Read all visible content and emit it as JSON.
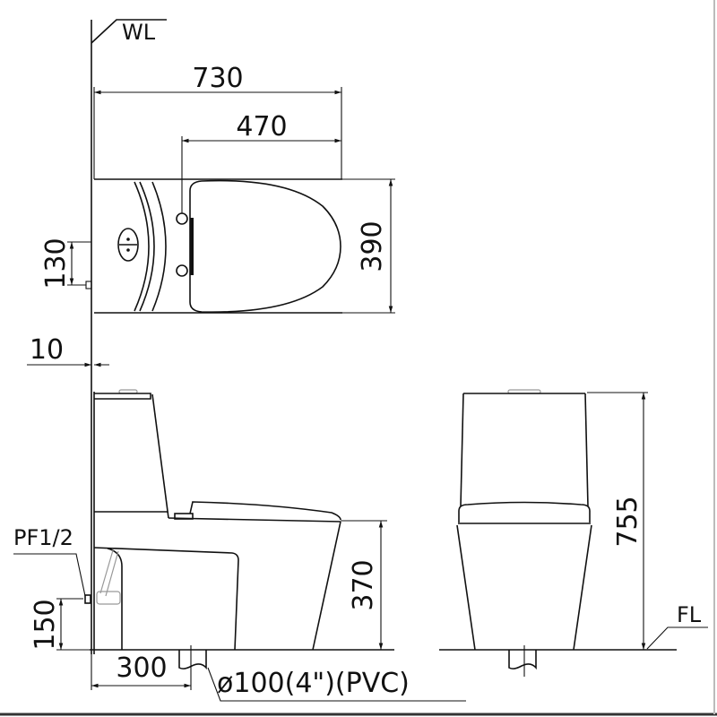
{
  "labels": {
    "wall_line": "WL",
    "floor_line": "FL",
    "connector": "PF1/2",
    "drain": "ø100(4\")(PVC)"
  },
  "dimensions": {
    "overall_length": "730",
    "seat_length": "470",
    "width": "390",
    "inlet_offset_top": "130",
    "wall_gap": "10",
    "seat_height": "370",
    "overall_height": "755",
    "inlet_height": "150",
    "rough_in": "300"
  },
  "colors": {
    "line": "#111111",
    "background": "#ffffff"
  }
}
